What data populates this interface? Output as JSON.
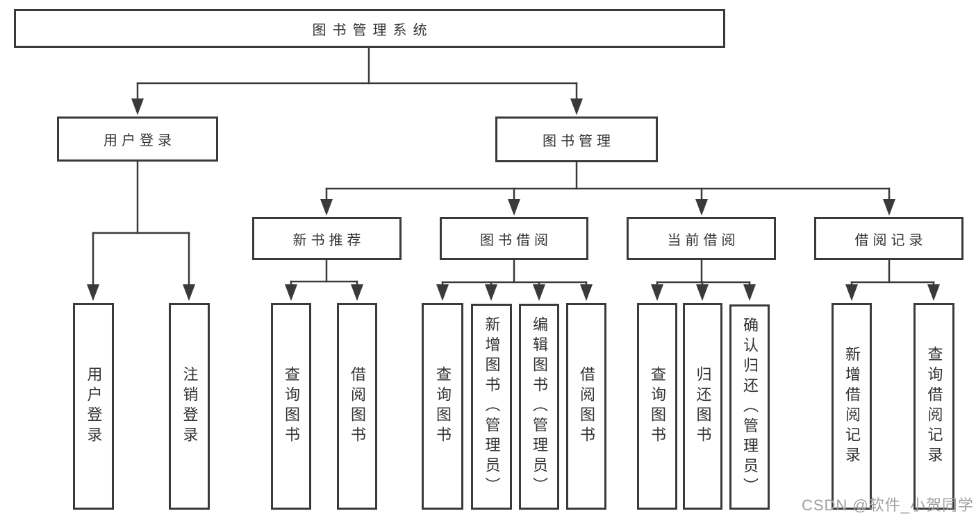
{
  "diagram": {
    "root": {
      "label": "图书管理系统"
    },
    "level2": [
      {
        "label": "用户登录"
      },
      {
        "label": "图书管理"
      }
    ],
    "level3": [
      {
        "label": "新书推荐"
      },
      {
        "label": "图书借阅"
      },
      {
        "label": "当前借阅"
      },
      {
        "label": "借阅记录"
      }
    ],
    "leaves": {
      "user_login": [
        "用户登录",
        "注销登录"
      ],
      "new_book_recommend": [
        "查询图书",
        "借阅图书"
      ],
      "book_borrow": [
        "查询图书",
        "新增图书（管理员）",
        "编辑图书（管理员）",
        "借阅图书"
      ],
      "current_borrow": [
        "查询图书",
        "归还图书",
        "确认归还（管理员）"
      ],
      "borrow_records": [
        "新增借阅记录",
        "查询借阅记录"
      ]
    }
  },
  "watermark": {
    "text": "CSDN @软件_小贺同学"
  },
  "colors": {
    "line": "#3a3a3a",
    "text": "#333333",
    "watermark": "#a0a0a0",
    "background": "#ffffff"
  }
}
